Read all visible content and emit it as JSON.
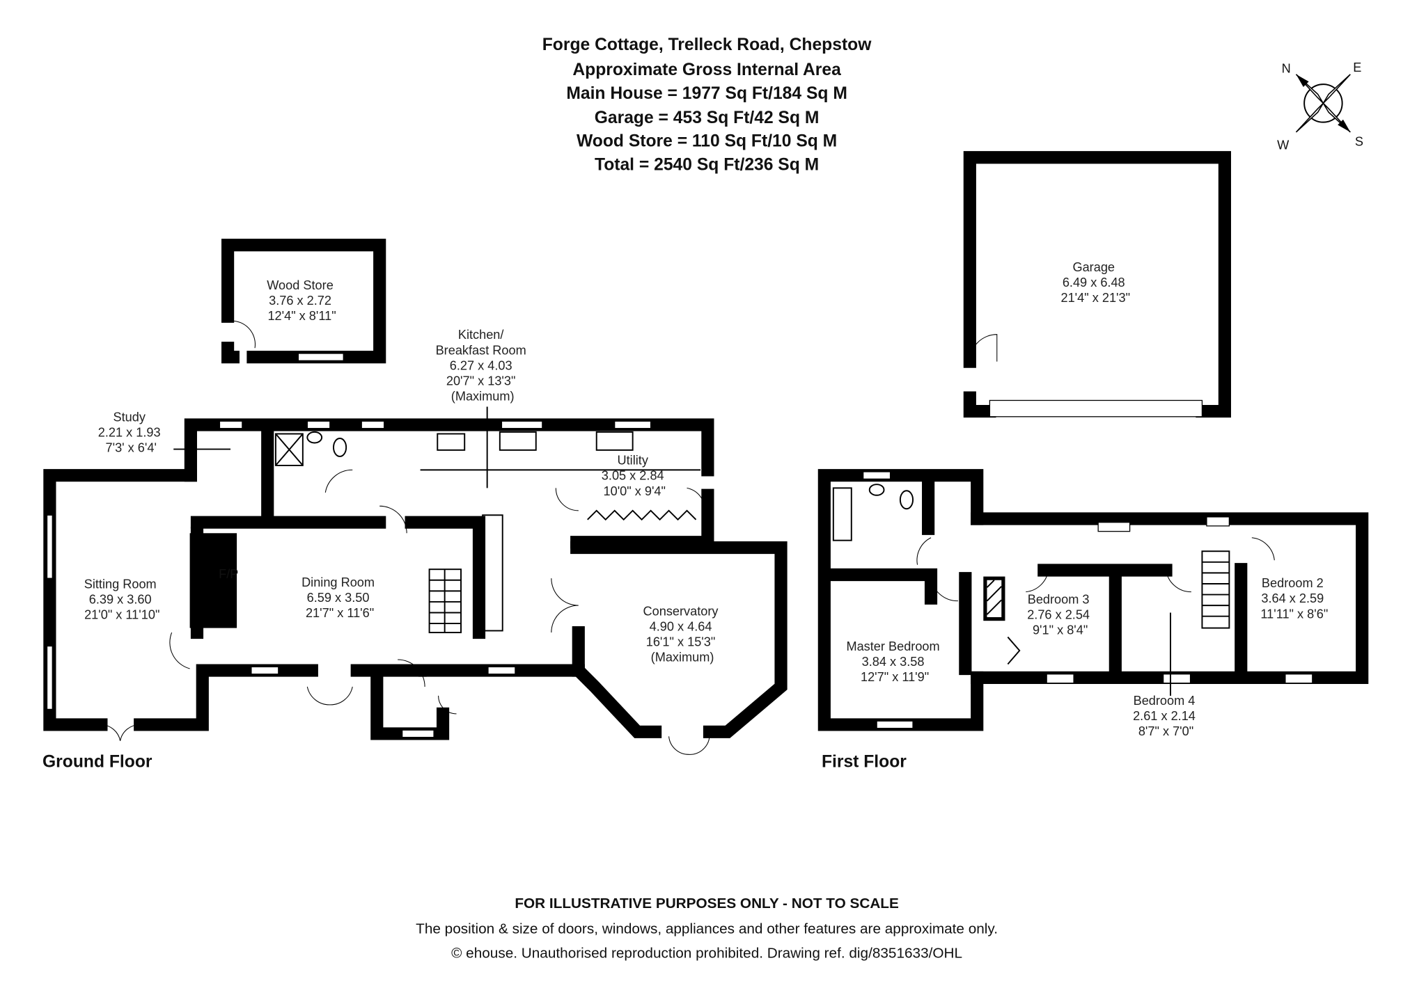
{
  "header": {
    "title": "Forge Cottage, Trelleck Road, Chepstow",
    "subtitle": "Approximate Gross Internal Area",
    "areas": [
      "Main House = 1977 Sq Ft/184 Sq M",
      "Garage = 453 Sq Ft/42 Sq M",
      "Wood Store = 110 Sq Ft/10 Sq M",
      "Total = 2540 Sq Ft/236 Sq M"
    ]
  },
  "compass": {
    "n": "N",
    "e": "E",
    "s": "S",
    "w": "W"
  },
  "ground_floor": {
    "label": "Ground Floor",
    "fireplace": "F/P",
    "rooms": {
      "wood_store": {
        "name": "Wood Store",
        "metric": "3.76 x 2.72",
        "imperial": "12'4\" x 8'11\""
      },
      "kitchen": {
        "name": "Kitchen/",
        "name2": "Breakfast Room",
        "metric": "6.27 x 4.03",
        "imperial": "20'7\" x 13'3\"",
        "note": "(Maximum)"
      },
      "study": {
        "name": "Study",
        "metric": "2.21 x 1.93",
        "imperial": "7'3' x 6'4'"
      },
      "utility": {
        "name": "Utility",
        "metric": "3.05 x 2.84",
        "imperial": "10'0\" x 9'4\""
      },
      "sitting": {
        "name": "Sitting Room",
        "metric": "6.39 x 3.60",
        "imperial": "21'0\" x 11'10\""
      },
      "dining": {
        "name": "Dining Room",
        "metric": "6.59 x 3.50",
        "imperial": "21'7\" x 11'6\""
      },
      "conservatory": {
        "name": "Conservatory",
        "metric": "4.90 x 4.64",
        "imperial": "16'1\" x 15'3\"",
        "note": "(Maximum)"
      },
      "garage": {
        "name": "Garage",
        "metric": "6.49 x 6.48",
        "imperial": "21'4\" x 21'3\""
      }
    }
  },
  "first_floor": {
    "label": "First Floor",
    "rooms": {
      "master": {
        "name": "Master Bedroom",
        "metric": "3.84 x 3.58",
        "imperial": "12'7\" x 11'9\""
      },
      "bed3": {
        "name": "Bedroom 3",
        "metric": "2.76 x 2.54",
        "imperial": "9'1\" x 8'4\""
      },
      "bed2": {
        "name": "Bedroom 2",
        "metric": "3.64 x 2.59",
        "imperial": "11'11\" x 8'6\""
      },
      "bed4": {
        "name": "Bedroom 4",
        "metric": "2.61 x 2.14",
        "imperial": "8'7\" x 7'0\""
      }
    }
  },
  "footer": {
    "disclaimer": "FOR ILLUSTRATIVE PURPOSES ONLY - NOT TO SCALE",
    "note": "The position & size of doors, windows, appliances and other features are approximate only.",
    "copyright": "© ehouse. Unauthorised reproduction prohibited. Drawing ref. dig/8351633/OHL"
  }
}
